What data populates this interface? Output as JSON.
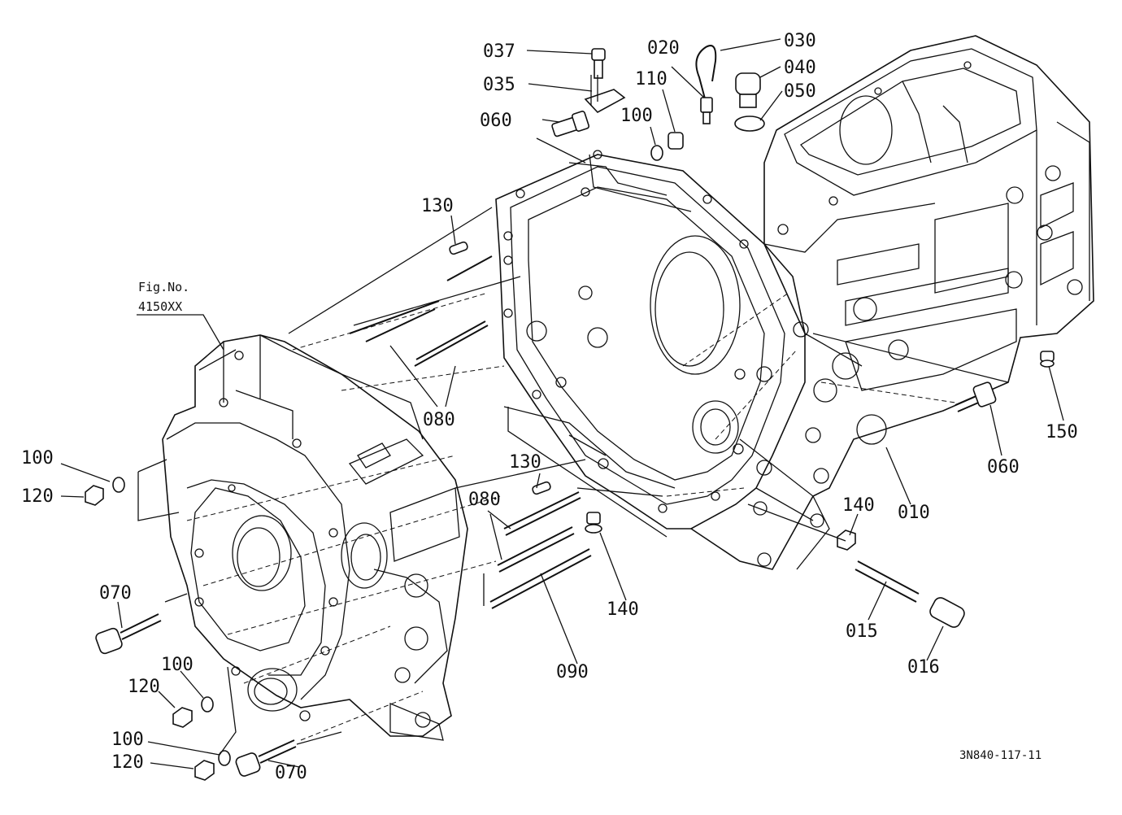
{
  "figure_ref": {
    "label": "Fig.No.",
    "number": "4150XX"
  },
  "drawing_code": "3N840-117-11",
  "callouts": {
    "c037": "037",
    "c035": "035",
    "c060a": "060",
    "c020": "020",
    "c030": "030",
    "c040": "040",
    "c050": "050",
    "c110": "110",
    "c100a": "100",
    "c130a": "130",
    "c080a": "080",
    "c100b": "100",
    "c120a": "120",
    "c130b": "130",
    "c080b": "080",
    "c140a": "140",
    "c070a": "070",
    "c090": "090",
    "c100c": "100",
    "c120b": "120",
    "c100d": "100",
    "c120c": "120",
    "c070b": "070",
    "c150": "150",
    "c060b": "060",
    "c010": "010",
    "c140b": "140",
    "c015": "015",
    "c016": "016"
  }
}
